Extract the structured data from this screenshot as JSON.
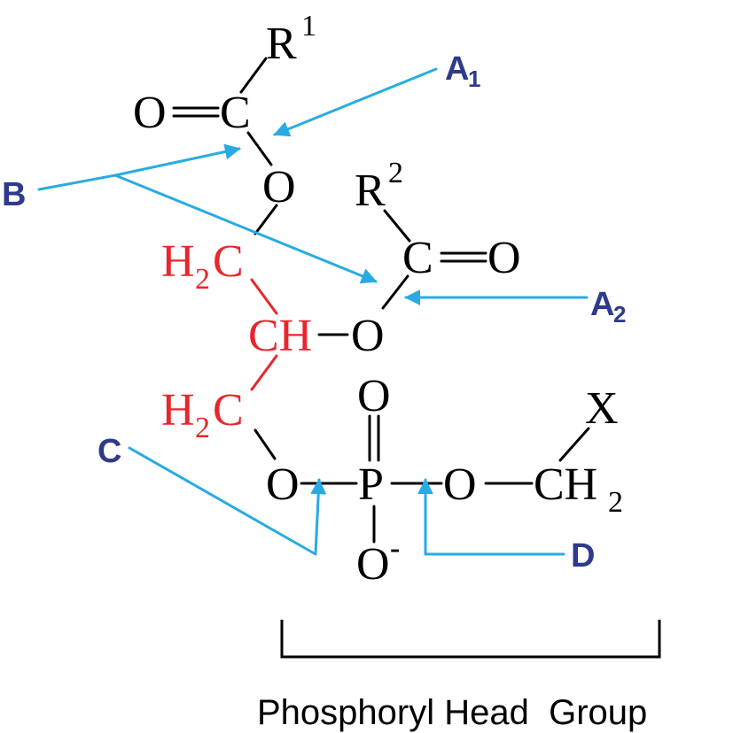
{
  "colors": {
    "bond": "#000000",
    "glycerol": "#e8262b",
    "arrow": "#29abe2",
    "label": "#2e3a8c"
  },
  "atoms": {
    "r1": "R",
    "r1_sup": "1",
    "o_carbonyl_1": "O",
    "c_carbonyl_1": "C",
    "o_ester_1": "O",
    "r2": "R",
    "r2_sup": "2",
    "c_carbonyl_2": "C",
    "o_carbonyl_2": "O",
    "h2c_top": "H",
    "h2c_top_sub": "2",
    "h2c_top_c": "C",
    "ch_middle": "CH",
    "o_ester_2": "O",
    "h2c_bottom": "H",
    "h2c_bottom_sub": "2",
    "h2c_bottom_c": "C",
    "o_phosphate_left": "O",
    "phosphorus": "P",
    "o_phosphate_top": "O",
    "o_phosphate_bottom": "O",
    "o_phosphate_bottom_charge": "-",
    "o_phosphate_right": "O",
    "ch2_head": "CH",
    "ch2_head_sub": "2",
    "x_group": "X"
  },
  "labels": {
    "a1": "A",
    "a1_sub": "1",
    "b": "B",
    "a2": "A",
    "a2_sub": "2",
    "c": "C",
    "d": "D"
  },
  "caption": "Phosphoryl Head  Group"
}
